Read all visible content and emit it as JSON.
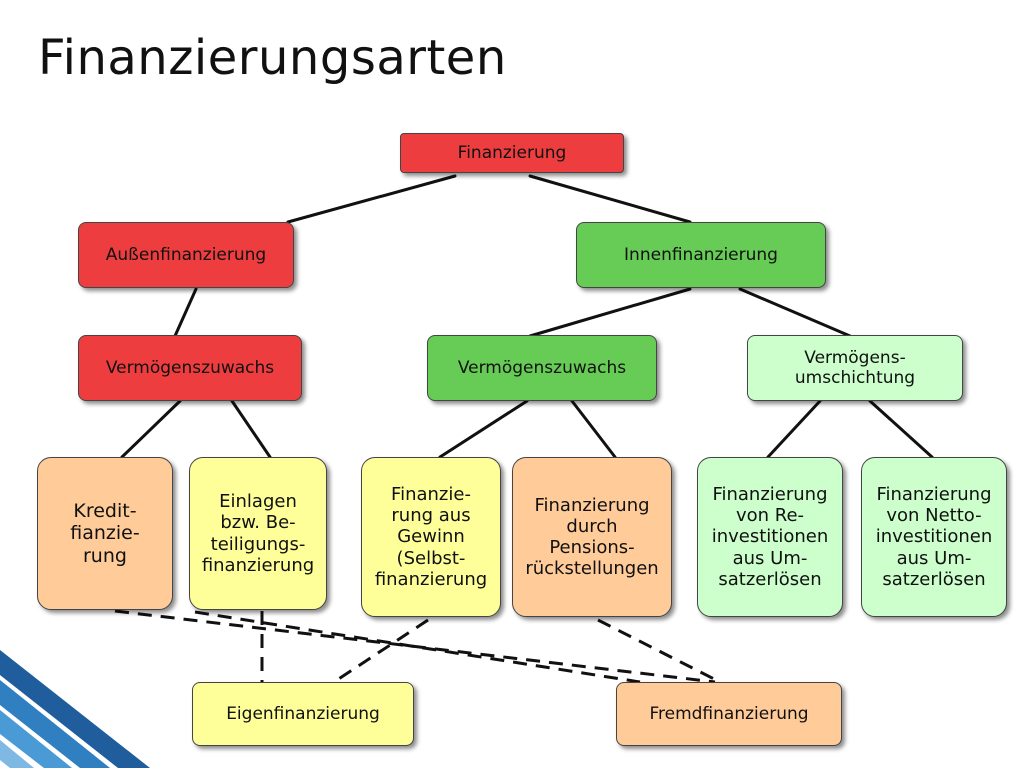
{
  "title": "Finanzierungsarten",
  "colors": {
    "red": "#ee3d3f",
    "green": "#66cc55",
    "light_green": "#ccffcc",
    "peach": "#ffcc99",
    "yellow": "#ffff99",
    "line": "#111111",
    "corner_blue": "#2a6fb0"
  },
  "nodes": {
    "finanzierung": "Finanzierung",
    "aussenfinanzierung": "Außenfinanzierung",
    "innenfinanzierung": "Innenfinanzierung",
    "vermoegenszuwachs_aussen": "Vermögenszuwachs",
    "vermoegenszuwachs_innen": "Vermögenszuwachs",
    "vermoegensumschichtung": "Vermögens-\numschichtung",
    "kreditfinanzierung": "Kredit-\nfianzie-\nrung",
    "einlagen": "Einlagen\nbzw. Be-\nteiligungs-\nfinanzierung",
    "selbstfinanzierung": "Finanzie-\nrung aus\nGewinn\n(Selbst-\nfinanzierung",
    "pensionsrueckstellungen": "Finanzierung\ndurch\nPensions-\nrückstellungen",
    "reinvestitionen": "Finanzierung\nvon Re-\ninvestitionen\naus Um-\nsatzerlösen",
    "nettoinvestitionen": "Finanzierung\nvon Netto-\ninvestitionen\naus Um-\nsatzerlösen",
    "eigenfinanzierung": "Eigenfinanzierung",
    "fremdfinanzierung": "Fremdfinanzierung"
  }
}
